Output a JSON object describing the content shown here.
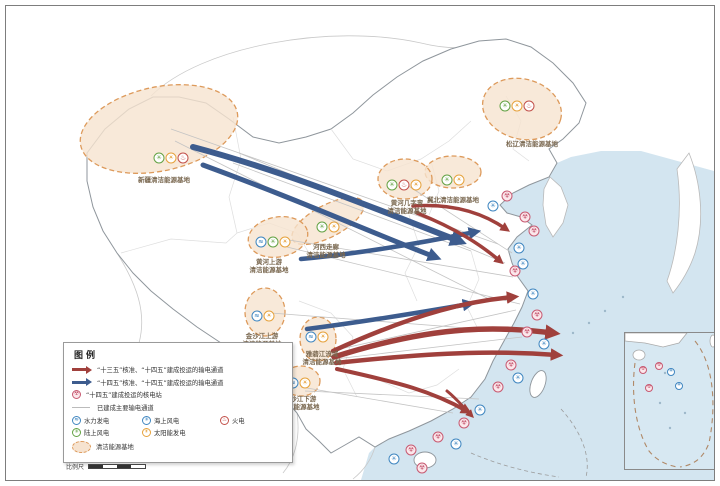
{
  "legend": {
    "title": "图例",
    "rows": [
      {
        "label": "“十三五”核准、“十四五”建成投运的输电通道"
      },
      {
        "label": "“十四五”核准、“十四五”建成投运的输电通道"
      },
      {
        "label": "“十四五”建成投运的核电站"
      },
      {
        "label": "已建成主要输电通道"
      }
    ],
    "types": [
      {
        "label": "水力发电"
      },
      {
        "label": "海上风电"
      },
      {
        "label": "火电"
      },
      {
        "label": "陆上风电"
      },
      {
        "label": "太阳能发电"
      }
    ],
    "base_label": "清洁能源基地",
    "scale_label": "比例尺"
  },
  "bases": [
    {
      "name": "新疆清洁能源基地",
      "name2": ""
    },
    {
      "name": "松辽清洁能源基地",
      "name2": ""
    },
    {
      "name": "冀北清洁能源基地",
      "name2": ""
    },
    {
      "name": "黄河几字弯",
      "name2": "清洁能源基地"
    },
    {
      "name": "河西走廊",
      "name2": "清洁能源基地"
    },
    {
      "name": "黄河上游",
      "name2": "清洁能源基地"
    },
    {
      "name": "金沙江上游",
      "name2": "清洁能源基地"
    },
    {
      "name": "雅砻江流域",
      "name2": "清洁能源基地"
    },
    {
      "name": "金沙江下游",
      "name2": "清洁能源基地"
    }
  ],
  "icons": {
    "hydro": "≈",
    "wind": "✳",
    "thermal": "♨",
    "solar": "☀",
    "nuclear": "☢"
  },
  "colors": {
    "red_channel": "#A0403C",
    "blue_channel": "#3D5C8E",
    "base_fill": "#F6E3D0",
    "base_border": "#DD9A5B",
    "sea": "#D3E5F0",
    "hydro_blue": "#3F86C0",
    "onshore_green": "#63A244",
    "thermal_red": "#C2504A",
    "solar_orange": "#E6A23C",
    "nuclear_pink": "#C75A72"
  }
}
